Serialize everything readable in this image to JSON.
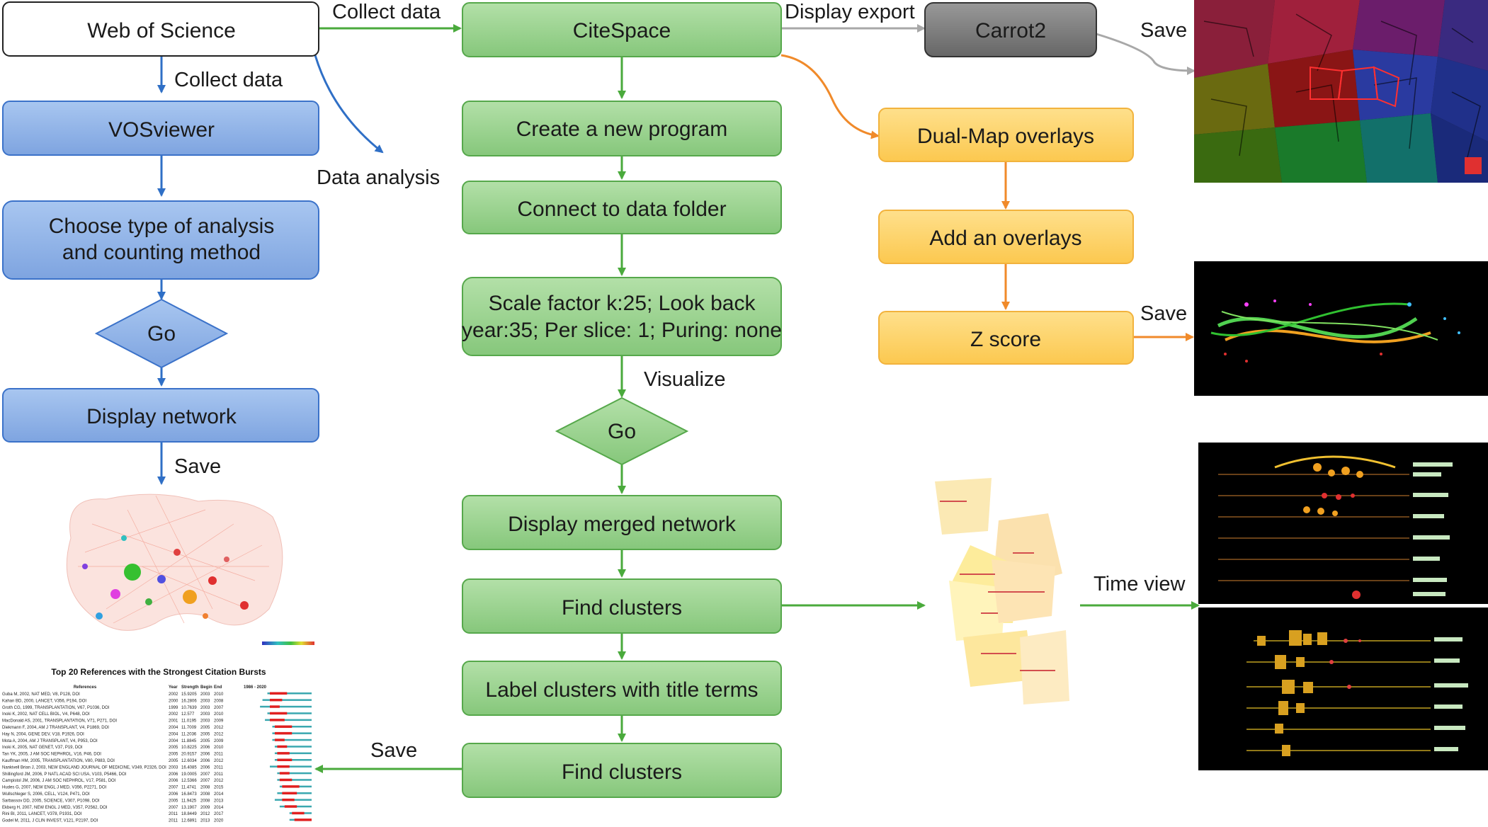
{
  "colors": {
    "blue_fill": "#8fb3e8",
    "blue_stroke": "#3b72c9",
    "green_fill": "#98d38f",
    "green_stroke": "#56a84b",
    "yellow_fill": "#fdd36a",
    "yellow_stroke": "#f2b33d",
    "gray_fill": "#7a7a7a",
    "gray_stroke": "#333333",
    "arrow_blue": "#2f6fc6",
    "arrow_green": "#4aaa3c",
    "arrow_orange": "#f08a2a",
    "arrow_gray": "#a8a8a8"
  },
  "nodes": {
    "wos": "Web of Science",
    "vosviewer": "VOSviewer",
    "choose_1": "Choose type of analysis",
    "choose_2": "and counting method",
    "go_left": "Go",
    "display_network": "Display network",
    "citespace": "CiteSpace",
    "create_program": "Create a new program",
    "connect_folder": "Connect to data folder",
    "scale_1": "Scale factor k:25; Look back",
    "scale_2": "year:35; Per slice: 1; Puring: none",
    "go_mid": "Go",
    "display_merged": "Display merged network",
    "find_clusters_1": "Find clusters",
    "label_clusters": "Label clusters with title terms",
    "find_clusters_2": "Find clusters",
    "carrot2": "Carrot2",
    "dual_map": "Dual-Map overlays",
    "add_overlays": "Add an overlays",
    "z_score": "Z score"
  },
  "edge_labels": {
    "collect_top": "Collect data",
    "collect_left": "Collect data",
    "data_analysis": "Data analysis",
    "save_vos": "Save",
    "visualize": "Visualize",
    "save_bursts": "Save",
    "display_export": "Display export",
    "save_carrot": "Save",
    "save_dual": "Save",
    "time_view": "Time view"
  },
  "burst_table": {
    "title": "Top 20 References with the Strongest Citation Bursts",
    "headers": [
      "References",
      "Year",
      "Strength",
      "Begin",
      "End",
      "1986 - 2020"
    ],
    "rows": [
      [
        "Guba M, 2002, NAT MED, V8, P128, DOI",
        "2002",
        "15.9205",
        "2003",
        "2010"
      ],
      [
        "Kahan BD, 2000, LANCET, V356, P194, DOI",
        "2000",
        "16.2806",
        "2003",
        "2008"
      ],
      [
        "Groth CG, 1999, TRANSPLANTATION, V67, P1036, DOI",
        "1999",
        "10.7639",
        "2003",
        "2007"
      ],
      [
        "Inoki K, 2002, NAT CELL BIOL, V4, P648, DOI",
        "2002",
        "12.577",
        "2003",
        "2010"
      ],
      [
        "MacDonald AS, 2001, TRANSPLANTATION, V71, P271, DOI",
        "2001",
        "11.0195",
        "2003",
        "2009"
      ],
      [
        "Diekmann F, 2004, AM J TRANSPLANT, V4, P1869, DOI",
        "2004",
        "11.7009",
        "2005",
        "2012"
      ],
      [
        "Hay N, 2004, GENE DEV, V18, P1926, DOI",
        "2004",
        "11.2036",
        "2005",
        "2012"
      ],
      [
        "Mota A, 2004, AM J TRANSPLANT, V4, P953, DOI",
        "2004",
        "11.8845",
        "2005",
        "2009"
      ],
      [
        "Inoki K, 2005, NAT GENET, V37, P19, DOI",
        "2005",
        "10.8225",
        "2006",
        "2010"
      ],
      [
        "Tan YK, 2005, J AM SOC NEPHROL, V16, P46, DOI",
        "2005",
        "20.9157",
        "2006",
        "2011"
      ],
      [
        "Kauffman HM, 2005, TRANSPLANTATION, V80, P883, DOI",
        "2005",
        "12.6034",
        "2006",
        "2012"
      ],
      [
        "Nankivell Brian J, 2003, NEW ENGLAND JOURNAL OF MEDICINE, V349, P2326, DOI",
        "2003",
        "16.4085",
        "2006",
        "2011"
      ],
      [
        "Shillingford JM, 2006, P NATL ACAD SCI USA, V103, P5466, DOI",
        "2006",
        "19.0005",
        "2007",
        "2011"
      ],
      [
        "Campistol JM, 2006, J AM SOC NEPHROL, V17, P581, DOI",
        "2006",
        "12.5366",
        "2007",
        "2012"
      ],
      [
        "Hudes G, 2007, NEW ENGL J MED, V356, P2271, DOI",
        "2007",
        "11.4741",
        "2008",
        "2015"
      ],
      [
        "Wullschleger S, 2006, CELL, V124, P471, DOI",
        "2006",
        "16.8473",
        "2008",
        "2014"
      ],
      [
        "Sarbassov DD, 2005, SCIENCE, V307, P1098, DOI",
        "2005",
        "11.9425",
        "2008",
        "2013"
      ],
      [
        "Ekberg H, 2007, NEW ENGL J MED, V357, P2562, DOI",
        "2007",
        "13.1907",
        "2009",
        "2014"
      ],
      [
        "Rini BI, 2011, LANCET, V378, P1931, DOI",
        "2011",
        "18.8449",
        "2012",
        "2017"
      ],
      [
        "Godel M, 2011, J CLIN INVEST, V121, P2197, DOI",
        "2011",
        "12.6891",
        "2013",
        "2020"
      ]
    ]
  }
}
